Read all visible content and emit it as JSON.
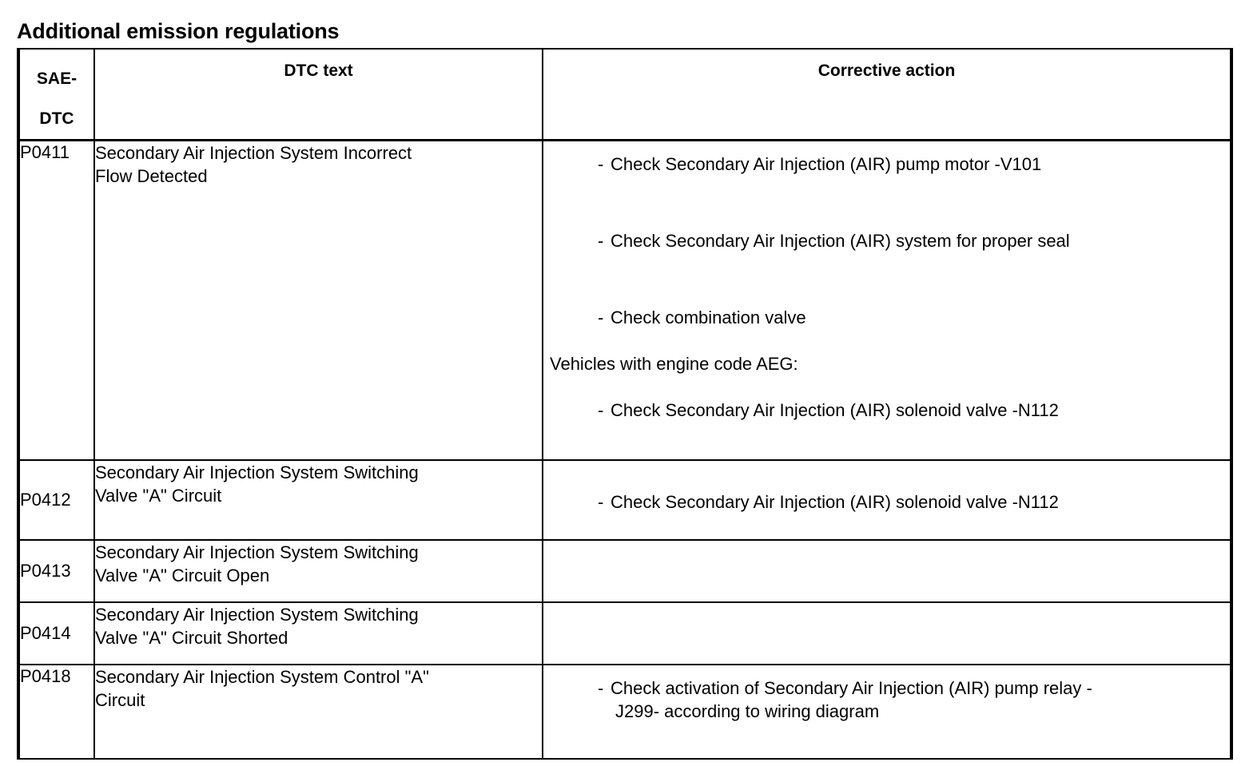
{
  "document": {
    "title": "Additional emission regulations"
  },
  "table": {
    "headers": {
      "code_line1": "SAE-",
      "code_line2": "DTC",
      "dtc_text": "DTC text",
      "corrective_action": "Corrective action"
    },
    "rows": [
      {
        "code": "P0411",
        "dtc_text_line1": "Secondary Air Injection System Incorrect",
        "dtc_text_line2": "Flow Detected",
        "actions": [
          {
            "type": "bullet",
            "marker": "-",
            "text": "Check Secondary Air Injection (AIR) pump motor -V101"
          },
          {
            "type": "bullet",
            "marker": "-",
            "text": "Check Secondary Air Injection (AIR) system for proper seal"
          },
          {
            "type": "bullet",
            "marker": "-",
            "text": "Check combination valve"
          },
          {
            "type": "note",
            "text": "Vehicles with engine code AEG:"
          },
          {
            "type": "bullet",
            "marker": "-",
            "text": "Check Secondary Air Injection (AIR) solenoid valve -N112"
          }
        ]
      },
      {
        "code": "P0412",
        "dtc_text_line1": "Secondary Air Injection System Switching",
        "dtc_text_line2": "Valve \"A\" Circuit",
        "actions": [
          {
            "type": "bullet",
            "marker": "-",
            "text": "Check Secondary Air Injection (AIR) solenoid valve -N112"
          }
        ]
      },
      {
        "code": "P0413",
        "dtc_text_line1": "Secondary Air Injection System Switching",
        "dtc_text_line2": "Valve \"A\" Circuit Open",
        "actions": []
      },
      {
        "code": "P0414",
        "dtc_text_line1": "Secondary Air Injection System Switching",
        "dtc_text_line2": "Valve \"A\" Circuit Shorted",
        "actions": []
      },
      {
        "code": "P0418",
        "dtc_text_line1": "Secondary Air Injection System Control \"A\"",
        "dtc_text_line2": "Circuit",
        "actions": [
          {
            "type": "bullet",
            "marker": "-",
            "text": "Check activation of Secondary Air Injection (AIR) pump relay -",
            "text_line2": "J299- according to wiring diagram"
          }
        ]
      }
    ]
  },
  "colors": {
    "background": "#ffffff",
    "text": "#000000",
    "border": "#000000"
  }
}
